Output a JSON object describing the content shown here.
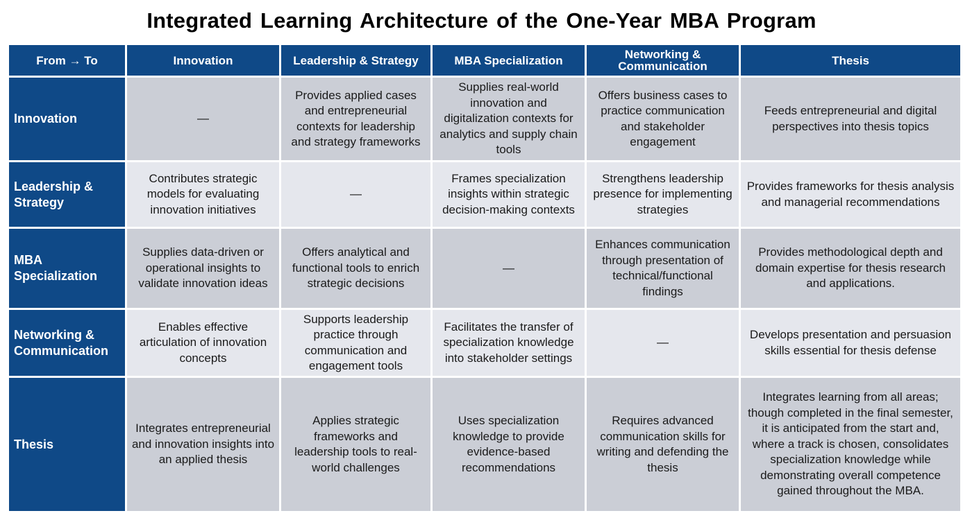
{
  "title": "Integrated Learning Architecture of the One-Year MBA Program",
  "columns": [
    "From → To",
    "Innovation",
    "Leadership & Strategy",
    "MBA Specialization",
    "Networking & Communication",
    "Thesis"
  ],
  "rows": [
    {
      "label": "Innovation",
      "cells": [
        "—",
        "Provides applied cases and entrepreneurial contexts for leadership and strategy frameworks",
        "Supplies real-world innovation and digitalization contexts for analytics and supply chain tools",
        "Offers business cases to practice communication and stakeholder engagement",
        "Feeds entrepreneurial and digital perspectives into thesis topics"
      ]
    },
    {
      "label": "Leadership & Strategy",
      "cells": [
        "Contributes strategic models for evaluating innovation initiatives",
        "—",
        "Frames specialization insights within strategic decision-making contexts",
        "Strengthens leadership presence for implementing strategies",
        "Provides frameworks for thesis analysis and managerial recommendations"
      ]
    },
    {
      "label": "MBA Specialization",
      "cells": [
        "Supplies data-driven or operational insights to validate innovation ideas",
        "Offers analytical and functional tools to enrich strategic decisions",
        "—",
        "Enhances communication through presentation of technical/functional findings",
        "Provides methodological depth and domain expertise for thesis research and applications."
      ]
    },
    {
      "label": "Networking & Communication",
      "cells": [
        "Enables effective articulation of innovation concepts",
        "Supports leadership practice through communication and engagement tools",
        "Facilitates the transfer of specialization knowledge into stakeholder settings",
        "—",
        "Develops presentation and persuasion skills essential for thesis defense"
      ]
    },
    {
      "label": "Thesis",
      "cells": [
        "Integrates entrepreneurial and innovation insights into an applied thesis",
        "Applies strategic frameworks and leadership tools to real-world challenges",
        "Uses specialization knowledge to provide evidence-based recommendations",
        "Requires advanced communication skills for writing and defending the thesis",
        "Integrates learning from all areas; though completed in the final semester, it is anticipated from the start and, where a track is chosen, consolidates specialization knowledge while demonstrating overall competence gained throughout the MBA."
      ]
    }
  ],
  "colors": {
    "header_bg": "#0f4987",
    "header_text": "#ffffff",
    "row_odd_bg": "#cbced6",
    "row_even_bg": "#e5e7ed"
  }
}
